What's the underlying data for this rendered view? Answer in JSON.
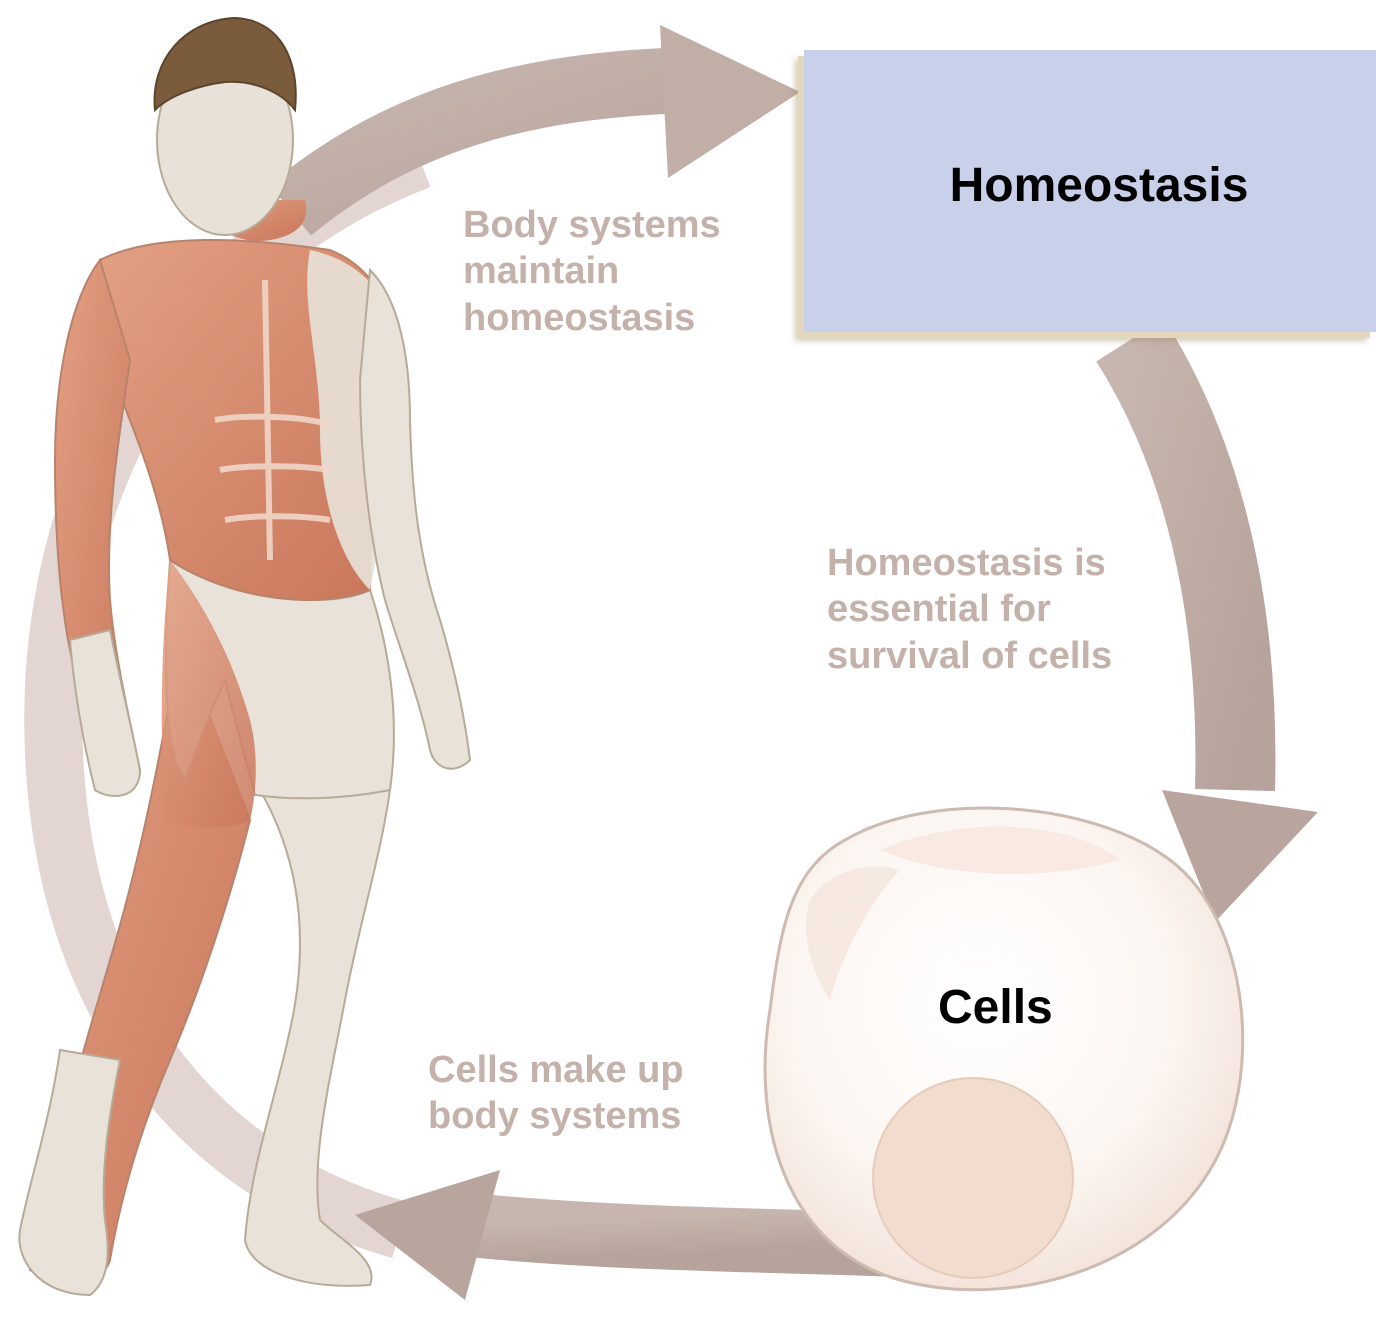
{
  "nodes": {
    "homeostasis": "Homeostasis",
    "cells": "Cells"
  },
  "arrow_labels": {
    "body_systems": [
      "Body systems",
      "maintain",
      "homeostasis"
    ],
    "homeostasis_essential": [
      "Homeostasis is",
      "essential for",
      "survival of cells"
    ],
    "cells_make_up": [
      "Cells make up",
      "body systems"
    ]
  },
  "colors": {
    "box_fill": "#c9d1ea",
    "arrow": "#bca9a2",
    "label_text": "#c4b2aa",
    "muscle": "#d98b6c",
    "skin": "#e8e2d8",
    "cell": "#fbf3ef",
    "nucleus": "#f2dccd"
  },
  "illustrations": {
    "figure": "anatomical-human-muscle-figure",
    "cell": "cell-with-nucleus"
  }
}
